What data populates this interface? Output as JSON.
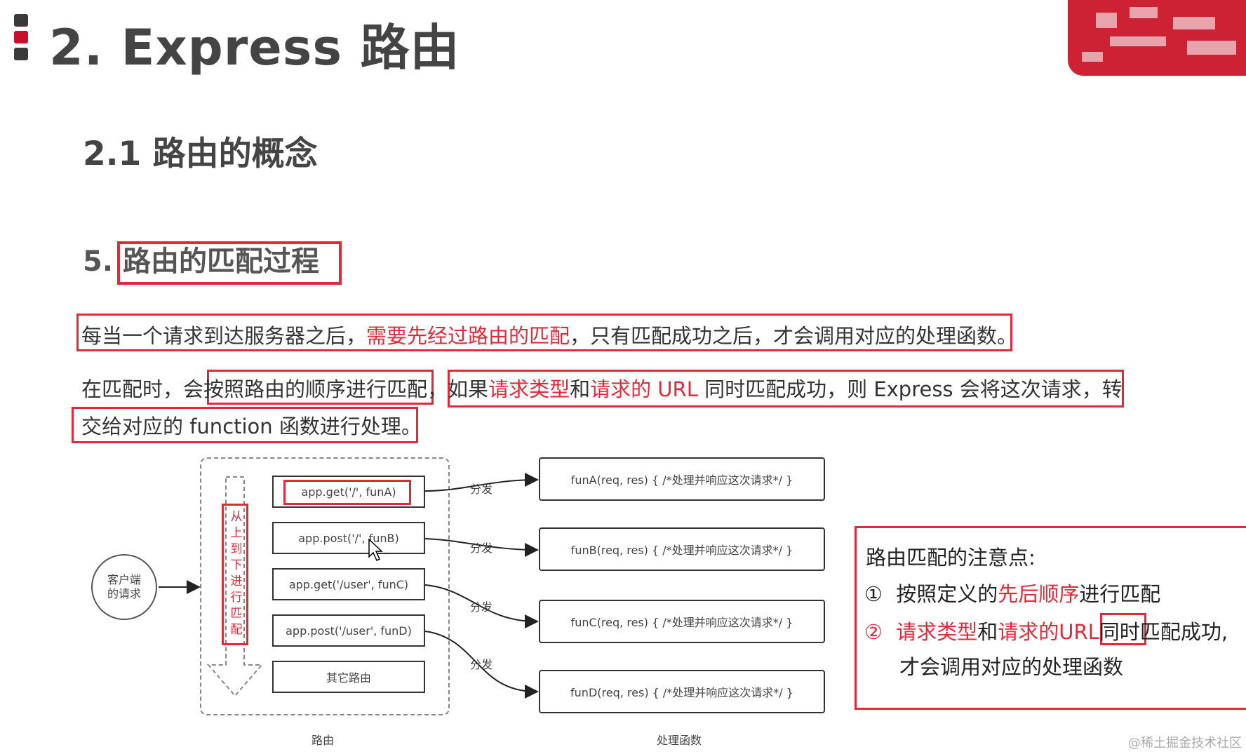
{
  "header": {
    "title": "2. Express 路由"
  },
  "section": {
    "title": "2.1 路由的概念",
    "item_number": "5.",
    "item_title": "路由的匹配过程"
  },
  "paragraph1": {
    "part1": "每当一个请求到达服务器之后，",
    "part2": "需要先经过路由的匹配",
    "part3": "，只有匹配成功之后，才会调用对应的处理函数。"
  },
  "paragraph2": {
    "p1": "在匹配时，会",
    "p2": "按照路由的顺序进行匹配",
    "p3": "，",
    "p4": "如果",
    "p5": "请求类型",
    "p6": "和",
    "p7": "请求的 URL",
    "p8": " 同时匹配成功，则 Express 会将这次请求，转",
    "line2": "交给对应的 function 函数进行处理。"
  },
  "diagram": {
    "client": "客户端的请求",
    "order_label": "从上到下进行匹配",
    "routes": [
      "app.get('/', funA)",
      "app.post('/', funB)",
      "app.get('/user', funC)",
      "app.post('/user', funD)",
      "其它路由"
    ],
    "dispatch": "分发",
    "handlers": [
      "funA(req, res) { /*处理并响应这次请求*/ }",
      "funB(req, res) { /*处理并响应这次请求*/ }",
      "funC(req, res) { /*处理并响应这次请求*/ }",
      "funD(req, res) { /*处理并响应这次请求*/ }"
    ],
    "routes_caption": "路由",
    "handlers_caption": "处理函数"
  },
  "notes": {
    "title": "路由匹配的注意点:",
    "n1_num": "①",
    "n1_a": "按照定义的",
    "n1_b": "先后顺序",
    "n1_c": "进行匹配",
    "n2_num": "②",
    "n2_a": "请求类型",
    "n2_b": "和",
    "n2_c": "请求的URL",
    "n2_d": "同时",
    "n2_e": "匹配成功,",
    "n2_line2": "才会调用对应的处理函数"
  },
  "watermark": "@稀土掘金技术社区",
  "colors": {
    "accent_red": "#e02a3a",
    "title_gray": "#444444",
    "brand_red": "#cc2233"
  }
}
